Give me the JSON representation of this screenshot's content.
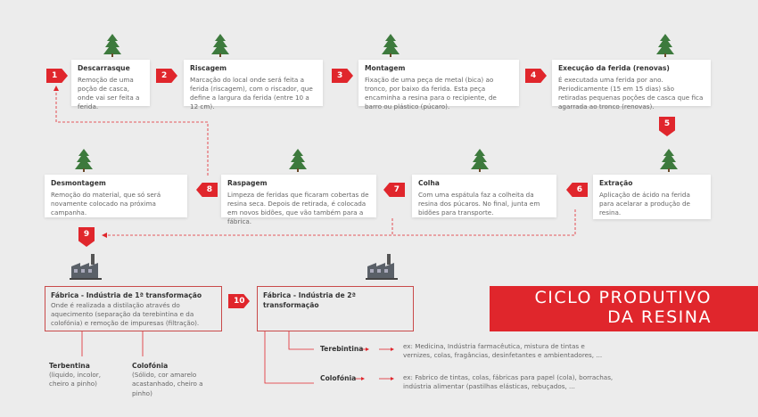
{
  "steps": [
    {
      "num": "1",
      "title": "Descarrasque",
      "text": "Remoção de uma poção de casca, onde vai ser feita a ferida."
    },
    {
      "num": "2",
      "title": "Riscagem",
      "text": "Marcação do local onde será feita a ferida (riscagem), com o riscador, que define a largura da ferida (entre 10 a 12 cm)."
    },
    {
      "num": "3",
      "title": "Montagem",
      "text": "Fixação de uma peça de metal (bica) ao tronco, por baixo da ferida. Esta peça encaminha a resina para o recipiente, de barro ou plástico (púcaro)."
    },
    {
      "num": "4",
      "title": "Execução da ferida (renovas)",
      "text": "É executada uma ferida por ano. Periodicamente (15 em 15 dias) são retiradas pequenas poções de casca que fica agarrada ao tronco (renovas)."
    },
    {
      "num": "5",
      "title": "Extração",
      "text": "Aplicação de ácido na ferida para acelarar a produção de resina."
    },
    {
      "num": "6",
      "title": "Colha",
      "text": "Com uma espátula faz a colheita da resina dos púcaros. No final, junta em bidões para transporte."
    },
    {
      "num": "7",
      "title": "Raspagem",
      "text": "Limpeza de feridas que ficaram cobertas de resina seca. Depois de retirada, é colocada em novos bidões, que vão também para a fábrica."
    },
    {
      "num": "8",
      "title": "Desmontagem",
      "text": "Remoção do material, que só será novamente colocado na próxima campanha."
    }
  ],
  "factory1": {
    "num": "9",
    "title": "Fábrica - Indústria de 1ª transformação",
    "text": "Onde é realizada a distilação através do aquecimento (separação da terebintina e da colofónia) e remoção de impuresas (filtração)."
  },
  "factory2": {
    "num": "10",
    "title": "Fábrica - Indústria de 2ª transformação"
  },
  "products1": [
    {
      "title": "Terbentina",
      "text": "(liquido, incolor, cheiro a pinho)"
    },
    {
      "title": "Colofónia",
      "text": "(Sólido, cor amarelo acastanhado, cheiro a pinho)"
    }
  ],
  "products2": [
    {
      "title": "Terebintina",
      "text": "ex: Medicina, Indústria farmacêutica, mistura de tintas e vernizes, colas, fragâncias, desinfetantes e ambientadores, ..."
    },
    {
      "title": "Colofónia",
      "text": "ex: Fabrico de tintas, colas, fábricas para papel (cola), borrachas, indústria alimentar (pastilhas elásticas, rebuçados, ..."
    }
  ],
  "title_line1": "CICLO PRODUTIVO",
  "title_line2": "DA RESINA",
  "colors": {
    "accent": "#e0262c",
    "tree": "#3d7a3d",
    "card": "#ffffff",
    "background": "#ececec"
  }
}
